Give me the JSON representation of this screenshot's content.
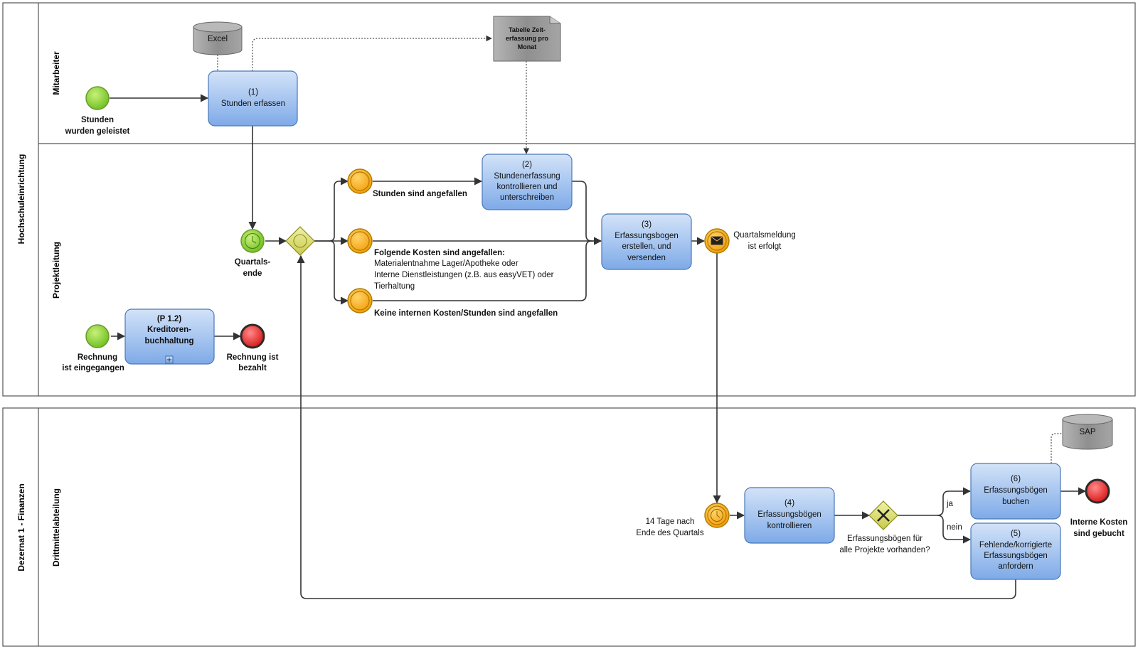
{
  "pools": {
    "pool1": {
      "label": "Hochschuleinrichtung",
      "lanes": [
        "Mitarbeiter",
        "Projektleitung"
      ]
    },
    "pool2": {
      "label": "Dezernat 1 - Finanzen",
      "lanes": [
        "Drittmittelabteilung"
      ]
    }
  },
  "tasks": {
    "t1": [
      "(1)",
      "Stunden erfassen"
    ],
    "t2": [
      "(2)",
      "Stundenerfassung",
      "kontrollieren und",
      "unterschreiben"
    ],
    "t3": [
      "(3)",
      "Erfassungsbogen",
      "erstellen, und",
      "versenden"
    ],
    "tp12": [
      "(P 1.2)",
      "Kreditoren-",
      "buchhaltung"
    ],
    "t4": [
      "(4)",
      "Erfassungsbögen",
      "kontrollieren"
    ],
    "t6": [
      "(6)",
      "Erfassungsbögen",
      "buchen"
    ],
    "t5": [
      "(5)",
      "Fehlende/korrigierte",
      "Erfassungsbögen",
      "anfordern"
    ]
  },
  "events": {
    "start_hours": [
      "Stunden",
      "wurden geleistet"
    ],
    "start_invoice": [
      "Rechnung",
      "ist eingegangen"
    ],
    "end_invoice": [
      "Rechnung ist",
      "bezahlt"
    ],
    "timer_quarter": [
      "Quartals-",
      "ende"
    ],
    "hours_incurred": "Stunden sind angefallen",
    "costs_incurred": [
      "Folgende Kosten sind angefallen:",
      "Materialentnahme Lager/Apotheke oder",
      "Interne Dienstleistungen (z.B. aus easyVET) oder",
      "Tierhaltung"
    ],
    "no_costs": "Keine internen Kosten/Stunden sind angefallen",
    "quarter_message": [
      "Quartalsmeldung",
      "ist erfolgt"
    ],
    "timer_14days": [
      "14 Tage nach",
      "Ende des Quartals"
    ],
    "end_booked": [
      "Interne Kosten",
      "sind gebucht"
    ]
  },
  "gateway": {
    "question": [
      "Erfassungsbögen für",
      "alle Projekte vorhanden?"
    ],
    "yes": "ja",
    "no": "nein"
  },
  "artifacts": {
    "excel": "Excel",
    "sap": "SAP",
    "doc": [
      "Tabelle Zeit-",
      "erfassung pro",
      "Monat"
    ]
  },
  "colors": {
    "task_fill_top": "#c9dcf5",
    "task_fill_bottom": "#7fabe8",
    "task_stroke": "#4a78b8",
    "start_green": "#8ed33a",
    "end_red": "#e02020",
    "intermediate_orange": "#f5a800",
    "gateway_yellow": "#dfe07a",
    "artifact_gray": "#9a9a9a"
  }
}
